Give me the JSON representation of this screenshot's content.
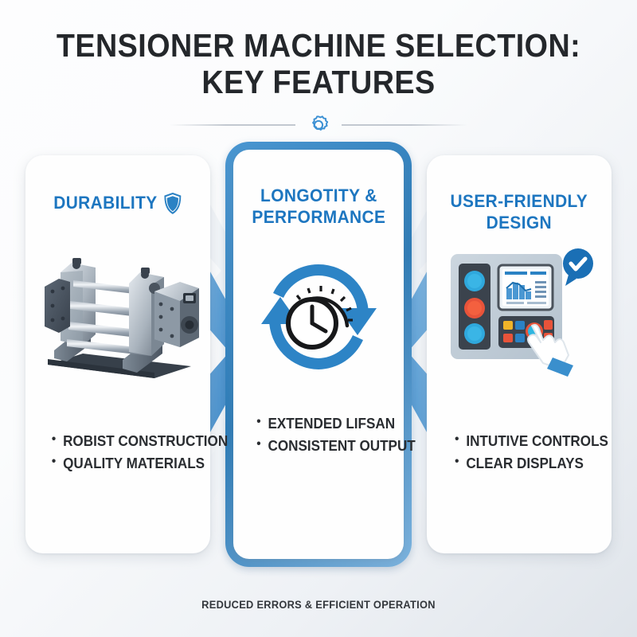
{
  "header": {
    "title_line1": "TENSIONER MACHINE SELECTION:",
    "title_line2": "KEY FEATURES",
    "divider_icon": "gear-icon"
  },
  "panels": [
    {
      "id": "durability",
      "title": "DURABILITY",
      "title_icon": "shield-icon",
      "illustration": "tensioner-machine-illustration",
      "bullets": [
        "ROBIST CONSTRUCTION",
        "QUALITY MATERIALS"
      ]
    },
    {
      "id": "longevity-performance",
      "title_line1": "LONGOTITY &",
      "title_line2": "PERFORMANCE",
      "illustration": "cycle-clock-gauge-icon",
      "bullets": [
        "EXTENDED LIFSAN",
        "CONSISTENT OUTPUT"
      ]
    },
    {
      "id": "user-friendly-design",
      "title_line1": "USER-FRIENDLY",
      "title_line2": "DESIGN",
      "illustration": "control-panel-illustration",
      "bullets": [
        "INTUTIVE CONTROLS",
        "CLEAR DISPLAYS"
      ]
    }
  ],
  "footer": {
    "text": "REDUCED ERRORS & EFFICIENT OPERATION"
  },
  "colors": {
    "accent_blue": "#1d76c0",
    "chevron_blue": "#4a93cf",
    "title_dark": "#24272b",
    "card_bg": "#fefefe",
    "background_light": "#fdfdfe",
    "background_shade": "#dfe4ea",
    "status_red": "#e8533a",
    "status_cyan": "#2eb6e0"
  }
}
